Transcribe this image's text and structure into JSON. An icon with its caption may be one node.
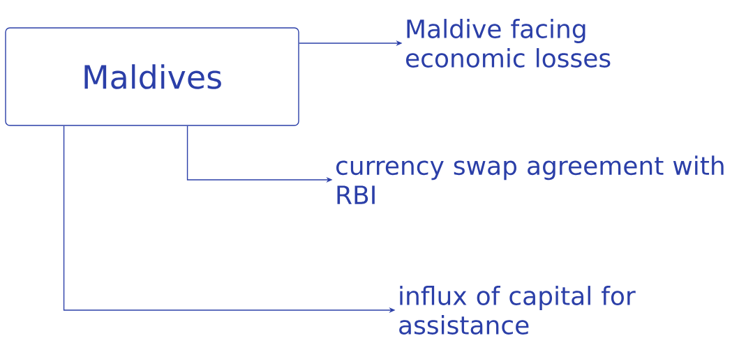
{
  "diagram": {
    "nodes": [
      {
        "text": [
          "Maldives"
        ]
      },
      {
        "text": [
          "Maldive facing economic losses"
        ]
      },
      {
        "text": [
          "currency swap agreement with RBI"
        ]
      },
      {
        "text": [
          "influx of capital for assistance"
        ]
      }
    ],
    "edges": [
      {
        "from": 0,
        "to": 1,
        "arrow": "to"
      },
      {
        "from": 0,
        "to": 2,
        "arrow": "to"
      },
      {
        "from": 0,
        "to": 3,
        "arrow": "to"
      }
    ]
  }
}
